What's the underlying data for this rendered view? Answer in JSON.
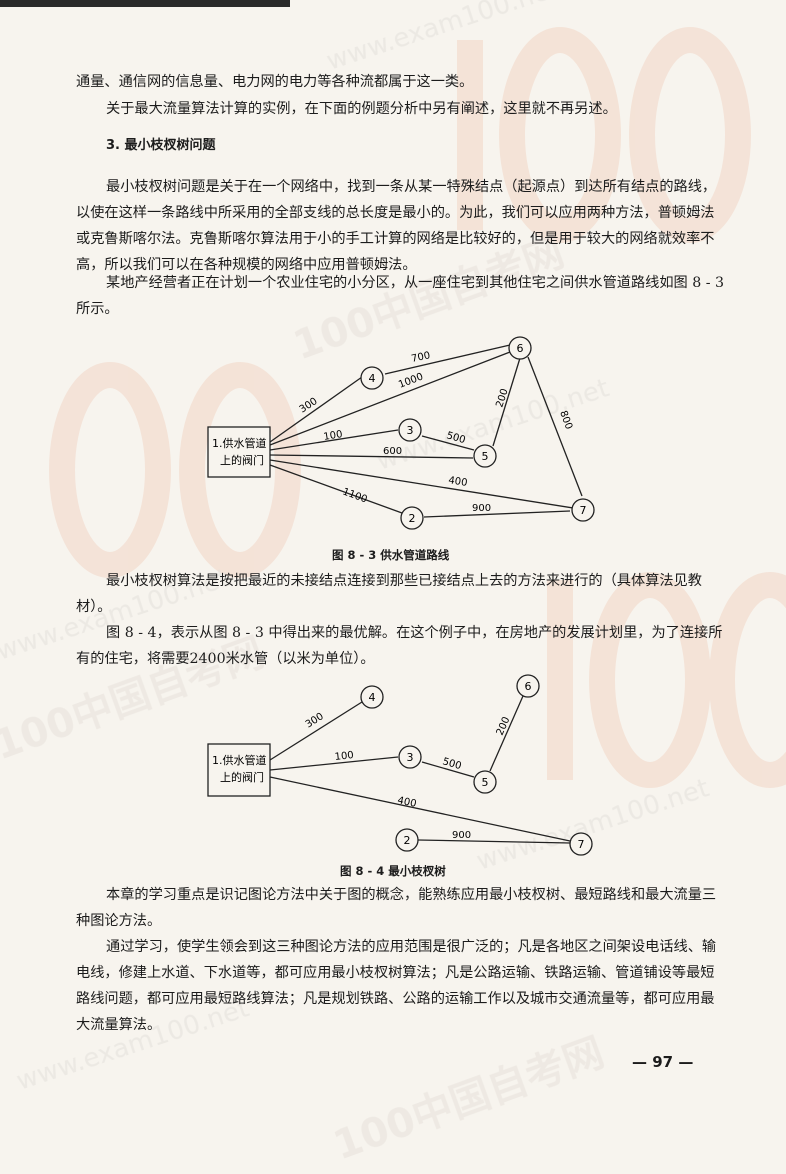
{
  "watermark": {
    "brand": "100中国自考网",
    "url": "www.exam100.net"
  },
  "text": {
    "p1": "通量、通信网的信息量、电力网的电力等各种流都属于这一类。",
    "p2": "关于最大流量算法计算的实例，在下面的例题分析中另有阐述，这里就不再另述。",
    "h3": "3. 最小枝杈树问题",
    "p3": "最小枝杈树问题是关于在一个网络中，找到一条从某一特殊结点（起源点）到达所有结点的路线，以使在这样一条路线中所采用的全部支线的总长度是最小的。为此，我们可以应用两种方法，普顿姆法或克鲁斯喀尔法。克鲁斯喀尔算法用于小的手工计算的网络是比较好的，但是用于较大的网络就效率不高，所以我们可以在各种规模的网络中应用普顿姆法。",
    "p4": "某地产经营者正在计划一个农业住宅的小分区，从一座住宅到其他住宅之间供水管道路线如图 8 - 3 所示。",
    "p5": "最小枝杈树算法是按把最近的未接结点连接到那些已接结点上去的方法来进行的（具体算法见教材）。",
    "p6": "图 8 - 4，表示从图 8 - 3 中得出来的最优解。在这个例子中，在房地产的发展计划里，为了连接所有的住宅，将需要2400米水管（以米为单位）。",
    "p7": "本章的学习重点是识记图论方法中关于图的概念，能熟练应用最小枝杈树、最短路线和最大流量三种图论方法。",
    "p8": "通过学习，使学生领会到这三种图论方法的应用范围是很广泛的；凡是各地区之间架设电话线、输电线，修建上水道、下水道等，都可应用最小枝杈树算法；凡是公路运输、铁路运输、管道铺设等最短路线问题，都可应用最短路线算法；凡是规划铁路、公路的运输工作以及城市交通流量等，都可应用最大流量算法。",
    "page_number": "— 97 —"
  },
  "figure1": {
    "caption": "图 8 - 3   供水管道路线",
    "source_line1": "1.供水管道",
    "source_line2": "上的阀门",
    "nodes": [
      "2",
      "3",
      "4",
      "5",
      "6",
      "7"
    ],
    "edges": [
      {
        "from": "1",
        "to": "4",
        "label": "300"
      },
      {
        "from": "4",
        "to": "6",
        "label": "700"
      },
      {
        "from": "1",
        "to": "6",
        "label": "1000"
      },
      {
        "from": "1",
        "to": "3",
        "label": "100"
      },
      {
        "from": "3",
        "to": "5",
        "label": "500"
      },
      {
        "from": "1",
        "to": "5",
        "label": "600"
      },
      {
        "from": "5",
        "to": "6",
        "label": "200"
      },
      {
        "from": "6",
        "to": "7",
        "label": "800"
      },
      {
        "from": "1",
        "to": "7",
        "label": "400"
      },
      {
        "from": "1",
        "to": "2",
        "label": "1100"
      },
      {
        "from": "2",
        "to": "7",
        "label": "900"
      }
    ]
  },
  "figure2": {
    "caption": "图 8 - 4   最小枝杈树",
    "source_line1": "1.供水管道",
    "source_line2": "上的阀门",
    "nodes": [
      "2",
      "3",
      "4",
      "5",
      "6",
      "7"
    ],
    "edges": [
      {
        "from": "1",
        "to": "4",
        "label": "300"
      },
      {
        "from": "1",
        "to": "3",
        "label": "100"
      },
      {
        "from": "3",
        "to": "5",
        "label": "500"
      },
      {
        "from": "5",
        "to": "6",
        "label": "200"
      },
      {
        "from": "1",
        "to": "7",
        "label": "400"
      },
      {
        "from": "2",
        "to": "7",
        "label": "900"
      }
    ]
  }
}
